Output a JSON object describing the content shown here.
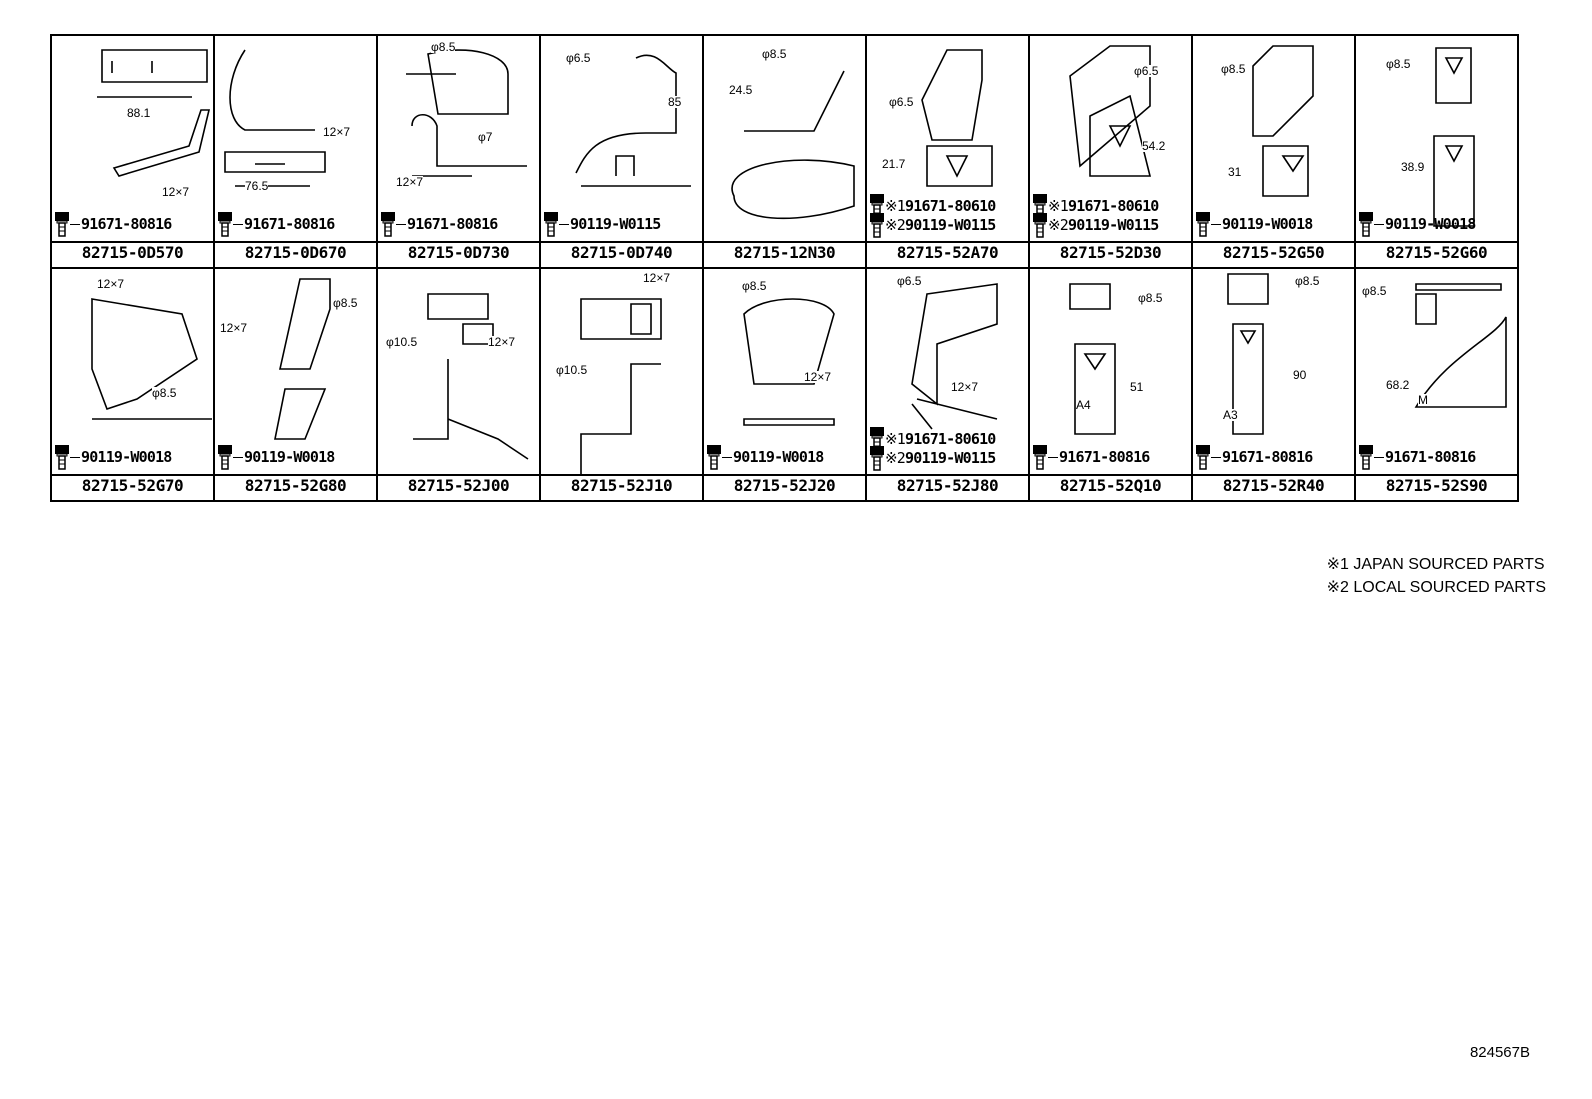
{
  "rows": [
    [
      {
        "part": "82715-0D570",
        "bolts": [
          {
            "mark": "",
            "no": "91671-80816"
          }
        ],
        "dims": [
          "88.1",
          "12×7"
        ]
      },
      {
        "part": "82715-0D670",
        "bolts": [
          {
            "mark": "",
            "no": "91671-80816"
          }
        ],
        "dims": [
          "12×7",
          "76.5"
        ]
      },
      {
        "part": "82715-0D730",
        "bolts": [
          {
            "mark": "",
            "no": "91671-80816"
          }
        ],
        "dims": [
          "φ8.5",
          "φ7",
          "12×7"
        ]
      },
      {
        "part": "82715-0D740",
        "bolts": [
          {
            "mark": "",
            "no": "90119-W0115"
          }
        ],
        "dims": [
          "φ6.5",
          "85"
        ]
      },
      {
        "part": "82715-12N30",
        "bolts": [],
        "dims": [
          "φ8.5",
          "24.5"
        ]
      },
      {
        "part": "82715-52A70",
        "bolts": [
          {
            "mark": "※1",
            "no": "91671-80610"
          },
          {
            "mark": "※2",
            "no": "90119-W0115"
          }
        ],
        "dims": [
          "φ6.5",
          "21.7"
        ]
      },
      {
        "part": "82715-52D30",
        "bolts": [
          {
            "mark": "※1",
            "no": "91671-80610"
          },
          {
            "mark": "※2",
            "no": "90119-W0115"
          }
        ],
        "dims": [
          "φ6.5",
          "54.2"
        ]
      },
      {
        "part": "82715-52G50",
        "bolts": [
          {
            "mark": "",
            "no": "90119-W0018"
          }
        ],
        "dims": [
          "φ8.5",
          "31"
        ]
      },
      {
        "part": "82715-52G60",
        "bolts": [
          {
            "mark": "",
            "no": "90119-W0018"
          }
        ],
        "dims": [
          "φ8.5",
          "38.9"
        ]
      }
    ],
    [
      {
        "part": "82715-52G70",
        "bolts": [
          {
            "mark": "",
            "no": "90119-W0018"
          }
        ],
        "dims": [
          "12×7",
          "φ8.5"
        ]
      },
      {
        "part": "82715-52G80",
        "bolts": [
          {
            "mark": "",
            "no": "90119-W0018"
          }
        ],
        "dims": [
          "φ8.5",
          "12×7"
        ]
      },
      {
        "part": "82715-52J00",
        "bolts": [],
        "dims": [
          "φ10.5",
          "12×7"
        ]
      },
      {
        "part": "82715-52J10",
        "bolts": [],
        "dims": [
          "12×7",
          "φ10.5"
        ]
      },
      {
        "part": "82715-52J20",
        "bolts": [
          {
            "mark": "",
            "no": "90119-W0018"
          }
        ],
        "dims": [
          "φ8.5",
          "12×7"
        ]
      },
      {
        "part": "82715-52J80",
        "bolts": [
          {
            "mark": "※1",
            "no": "91671-80610"
          },
          {
            "mark": "※2",
            "no": "90119-W0115"
          }
        ],
        "dims": [
          "φ6.5",
          "12×7"
        ]
      },
      {
        "part": "82715-52Q10",
        "bolts": [
          {
            "mark": "",
            "no": "91671-80816"
          }
        ],
        "dims": [
          "φ8.5",
          "51",
          "A4"
        ]
      },
      {
        "part": "82715-52R40",
        "bolts": [
          {
            "mark": "",
            "no": "91671-80816"
          }
        ],
        "dims": [
          "φ8.5",
          "90",
          "A3"
        ]
      },
      {
        "part": "82715-52S90",
        "bolts": [
          {
            "mark": "",
            "no": "91671-80816"
          }
        ],
        "dims": [
          "φ8.5",
          "68.2",
          "M"
        ]
      }
    ]
  ],
  "notes": [
    "※1 JAPAN SOURCED PARTS",
    "※2 LOCAL SOURCED PARTS"
  ],
  "reference": "824567B"
}
